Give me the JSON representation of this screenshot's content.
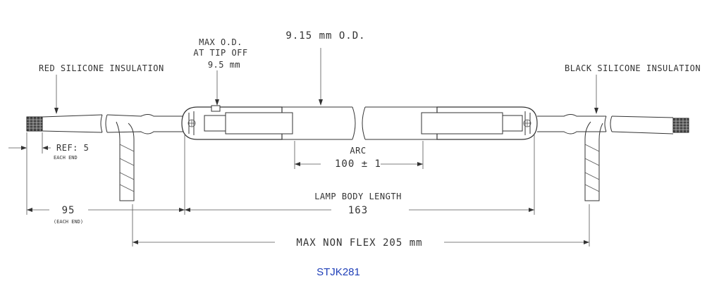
{
  "labels": {
    "red_insulation": "RED SILICONE INSULATION",
    "black_insulation": "BLACK SILICONE INSULATION",
    "max_od_line1": "MAX O.D.",
    "max_od_line2": "AT TIP OFF",
    "max_od_value": "9.5 mm",
    "od": "9.15 mm  O.D.",
    "ref": "REF: 5",
    "each_end_ref": "EACH END",
    "arc": "ARC",
    "arc_value": "100 ± 1",
    "lamp_body_length": "LAMP BODY LENGTH",
    "lamp_body_value": "163",
    "lead_length": "95",
    "each_end_lead": "(EACH END)",
    "max_non_flex": "MAX NON FLEX 205 mm",
    "part_code": "STJK281"
  },
  "colors": {
    "line": "#333333",
    "part_code": "#1f3fb8"
  }
}
